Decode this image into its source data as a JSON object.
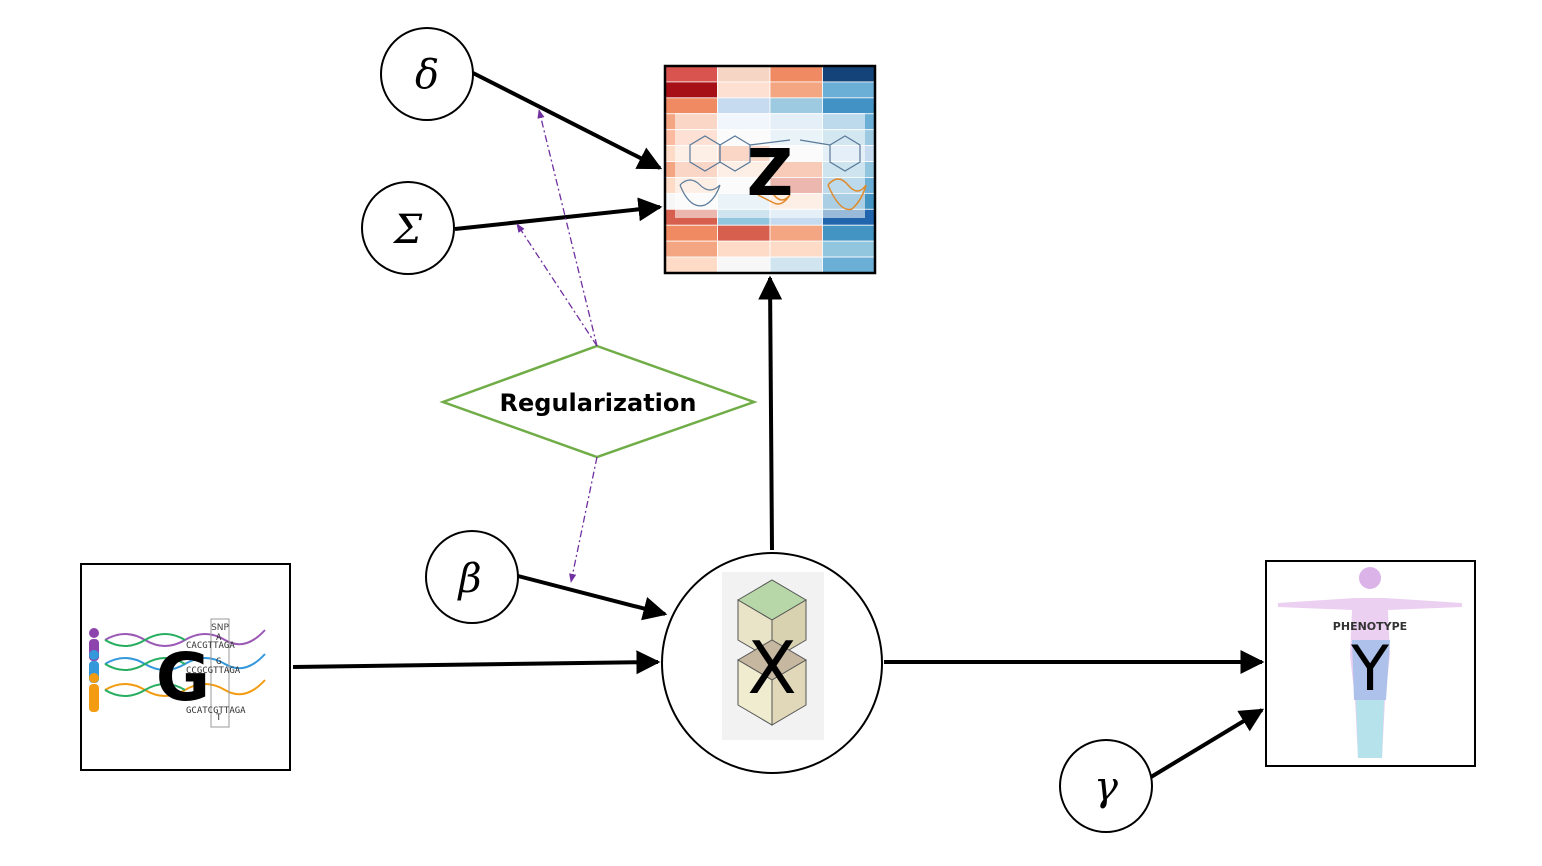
{
  "nodes": {
    "delta": {
      "label": "δ"
    },
    "sigma": {
      "label": "Σ"
    },
    "beta": {
      "label": "β"
    },
    "gamma": {
      "label": "γ"
    },
    "z": {
      "label": "Z"
    },
    "x": {
      "label": "X"
    },
    "g": {
      "label": "G"
    },
    "y": {
      "label": "Y"
    },
    "regularization": {
      "label": "Regularization"
    }
  },
  "genotype_image": {
    "snp_label": "SNP",
    "sequence_rows": [
      "CACGTTAGA",
      "CCGCGTTAGA",
      "GCATCGTTAGA"
    ],
    "snp_bases": [
      "A",
      "G",
      "T"
    ]
  },
  "phenotype_image": {
    "caption": "PHENOTYPE"
  },
  "colors": {
    "edge": "#000000",
    "regularization_border": "#70ad47",
    "regularization_edge": "#7030a0",
    "heatmap_red": "#c0392b",
    "heatmap_blue": "#2166ac"
  },
  "edges": [
    {
      "from": "delta",
      "to": "z",
      "style": "solid"
    },
    {
      "from": "sigma",
      "to": "z",
      "style": "solid"
    },
    {
      "from": "x",
      "to": "z",
      "style": "solid"
    },
    {
      "from": "beta",
      "to": "x",
      "style": "solid"
    },
    {
      "from": "g",
      "to": "x",
      "style": "solid"
    },
    {
      "from": "x",
      "to": "y",
      "style": "solid"
    },
    {
      "from": "gamma",
      "to": "y",
      "style": "solid"
    },
    {
      "from": "regularization",
      "to": "delta",
      "style": "dashed"
    },
    {
      "from": "regularization",
      "to": "sigma",
      "style": "dashed"
    },
    {
      "from": "regularization",
      "to": "beta",
      "style": "dashed"
    }
  ]
}
